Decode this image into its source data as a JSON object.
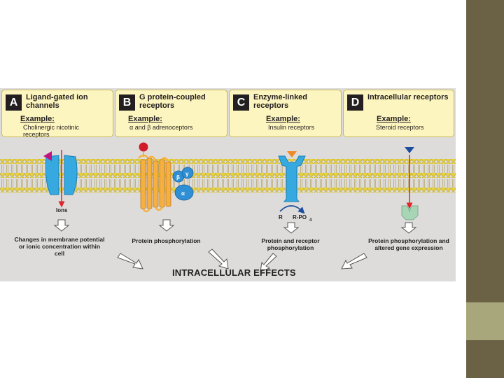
{
  "panels": [
    {
      "letter": "A",
      "title": "Ligand-gated ion channels",
      "example_label": "Example:",
      "example": "Cholinergic nicotinic receptors"
    },
    {
      "letter": "B",
      "title": "G protein-coupled receptors",
      "example_label": "Example:",
      "example": "α and β adrenoceptors"
    },
    {
      "letter": "C",
      "title": "Enzyme-linked receptors",
      "example_label": "Example:",
      "example": "Insulin receptors"
    },
    {
      "letter": "D",
      "title": "Intracellular receptors",
      "example_label": "Example:",
      "example": "Steroid receptors"
    }
  ],
  "labels": {
    "ions": "Ions",
    "r": "R",
    "r_po4": "R-PO",
    "po4_sub": "4",
    "beta": "β",
    "gamma": "γ",
    "alpha": "α"
  },
  "effects": [
    "Changes in membrane potential or ionic concentration within cell",
    "Protein phosphorylation",
    "Protein and receptor phosphorylation",
    "Protein phosphorylation and altered gene expression"
  ],
  "bottom_title": "INTRACELLULAR EFFECTS",
  "colors": {
    "slide_bar": "#6b6145",
    "slide_bar_accent": "#a8a77b",
    "panel_fill": "#fdf5bf",
    "membrane_heads": "#e8d23a",
    "channel_blue": "#35a9e0",
    "gpcr_orange": "#f5b040",
    "ligand_magenta": "#c0157d",
    "ligand_red": "#d11a2a",
    "ligand_orange": "#f08a24",
    "ligand_navy": "#1d4e9e",
    "arrow_red": "#e0242a",
    "steroid_receptor": "#a8d5b5"
  }
}
